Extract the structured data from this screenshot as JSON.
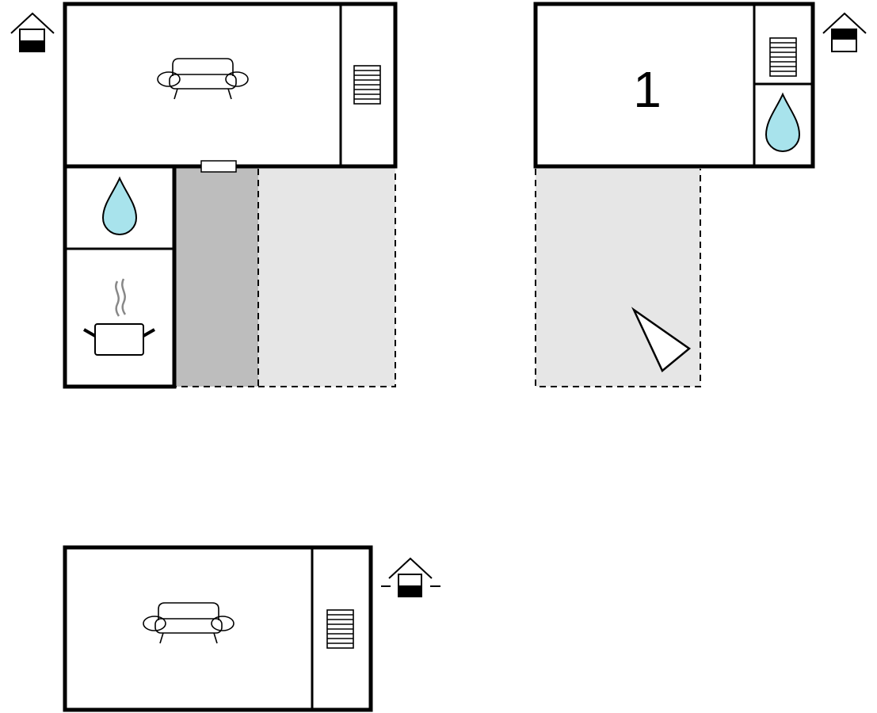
{
  "plan": {
    "room_number": "1",
    "colors": {
      "wall": "#000000",
      "terrace_light": "#e6e6e6",
      "terrace_dark": "#bdbdbd",
      "water": "#a8e3ec",
      "steam": "#888888",
      "background": "#ffffff"
    },
    "icons": [
      "floor-level-icon-ground",
      "floor-level-icon-upper",
      "floor-level-icon-lower",
      "sofa-icon",
      "stairs-icon",
      "water-drop-icon",
      "cooking-pot-icon",
      "compass-arrow-icon",
      "door-icon"
    ]
  }
}
